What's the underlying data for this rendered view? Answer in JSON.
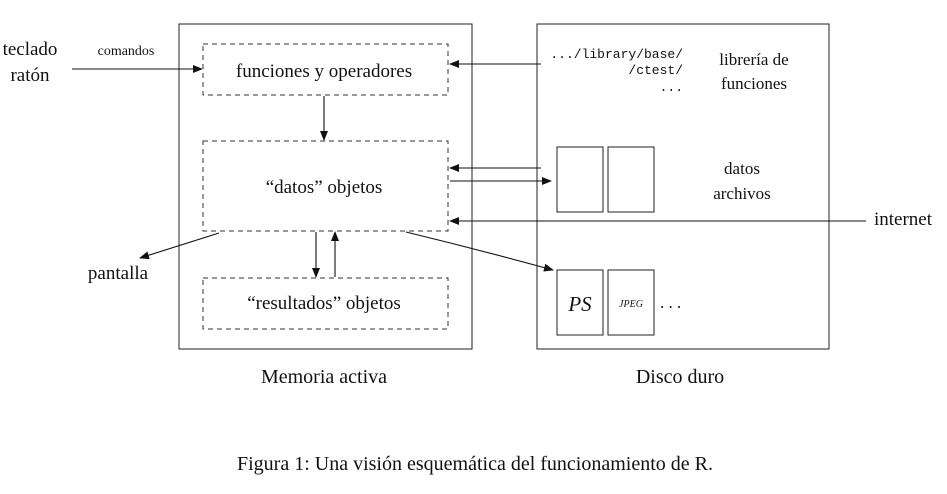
{
  "diagram": {
    "inputs": {
      "teclado": "teclado",
      "raton": "ratón",
      "comandos": "comandos"
    },
    "memoria": {
      "caption": "Memoria activa",
      "funciones": "funciones y operadores",
      "datos": "“datos” objetos",
      "resultados": "“resultados” objetos"
    },
    "outputs": {
      "pantalla": "pantalla",
      "internet": "internet"
    },
    "disco": {
      "caption": "Disco duro",
      "path_line1": ".../library/base/",
      "path_line2": "/ctest/",
      "path_line3": "...",
      "libreria_line1": "librería de",
      "libreria_line2": "funciones",
      "datos_line1": "datos",
      "datos_line2": "archivos",
      "ps": "PS",
      "jpeg": "JPEG",
      "ellipsis": ". . ."
    }
  },
  "figure_caption": "Figura 1: Una visión esquemática del funcionamiento de R."
}
